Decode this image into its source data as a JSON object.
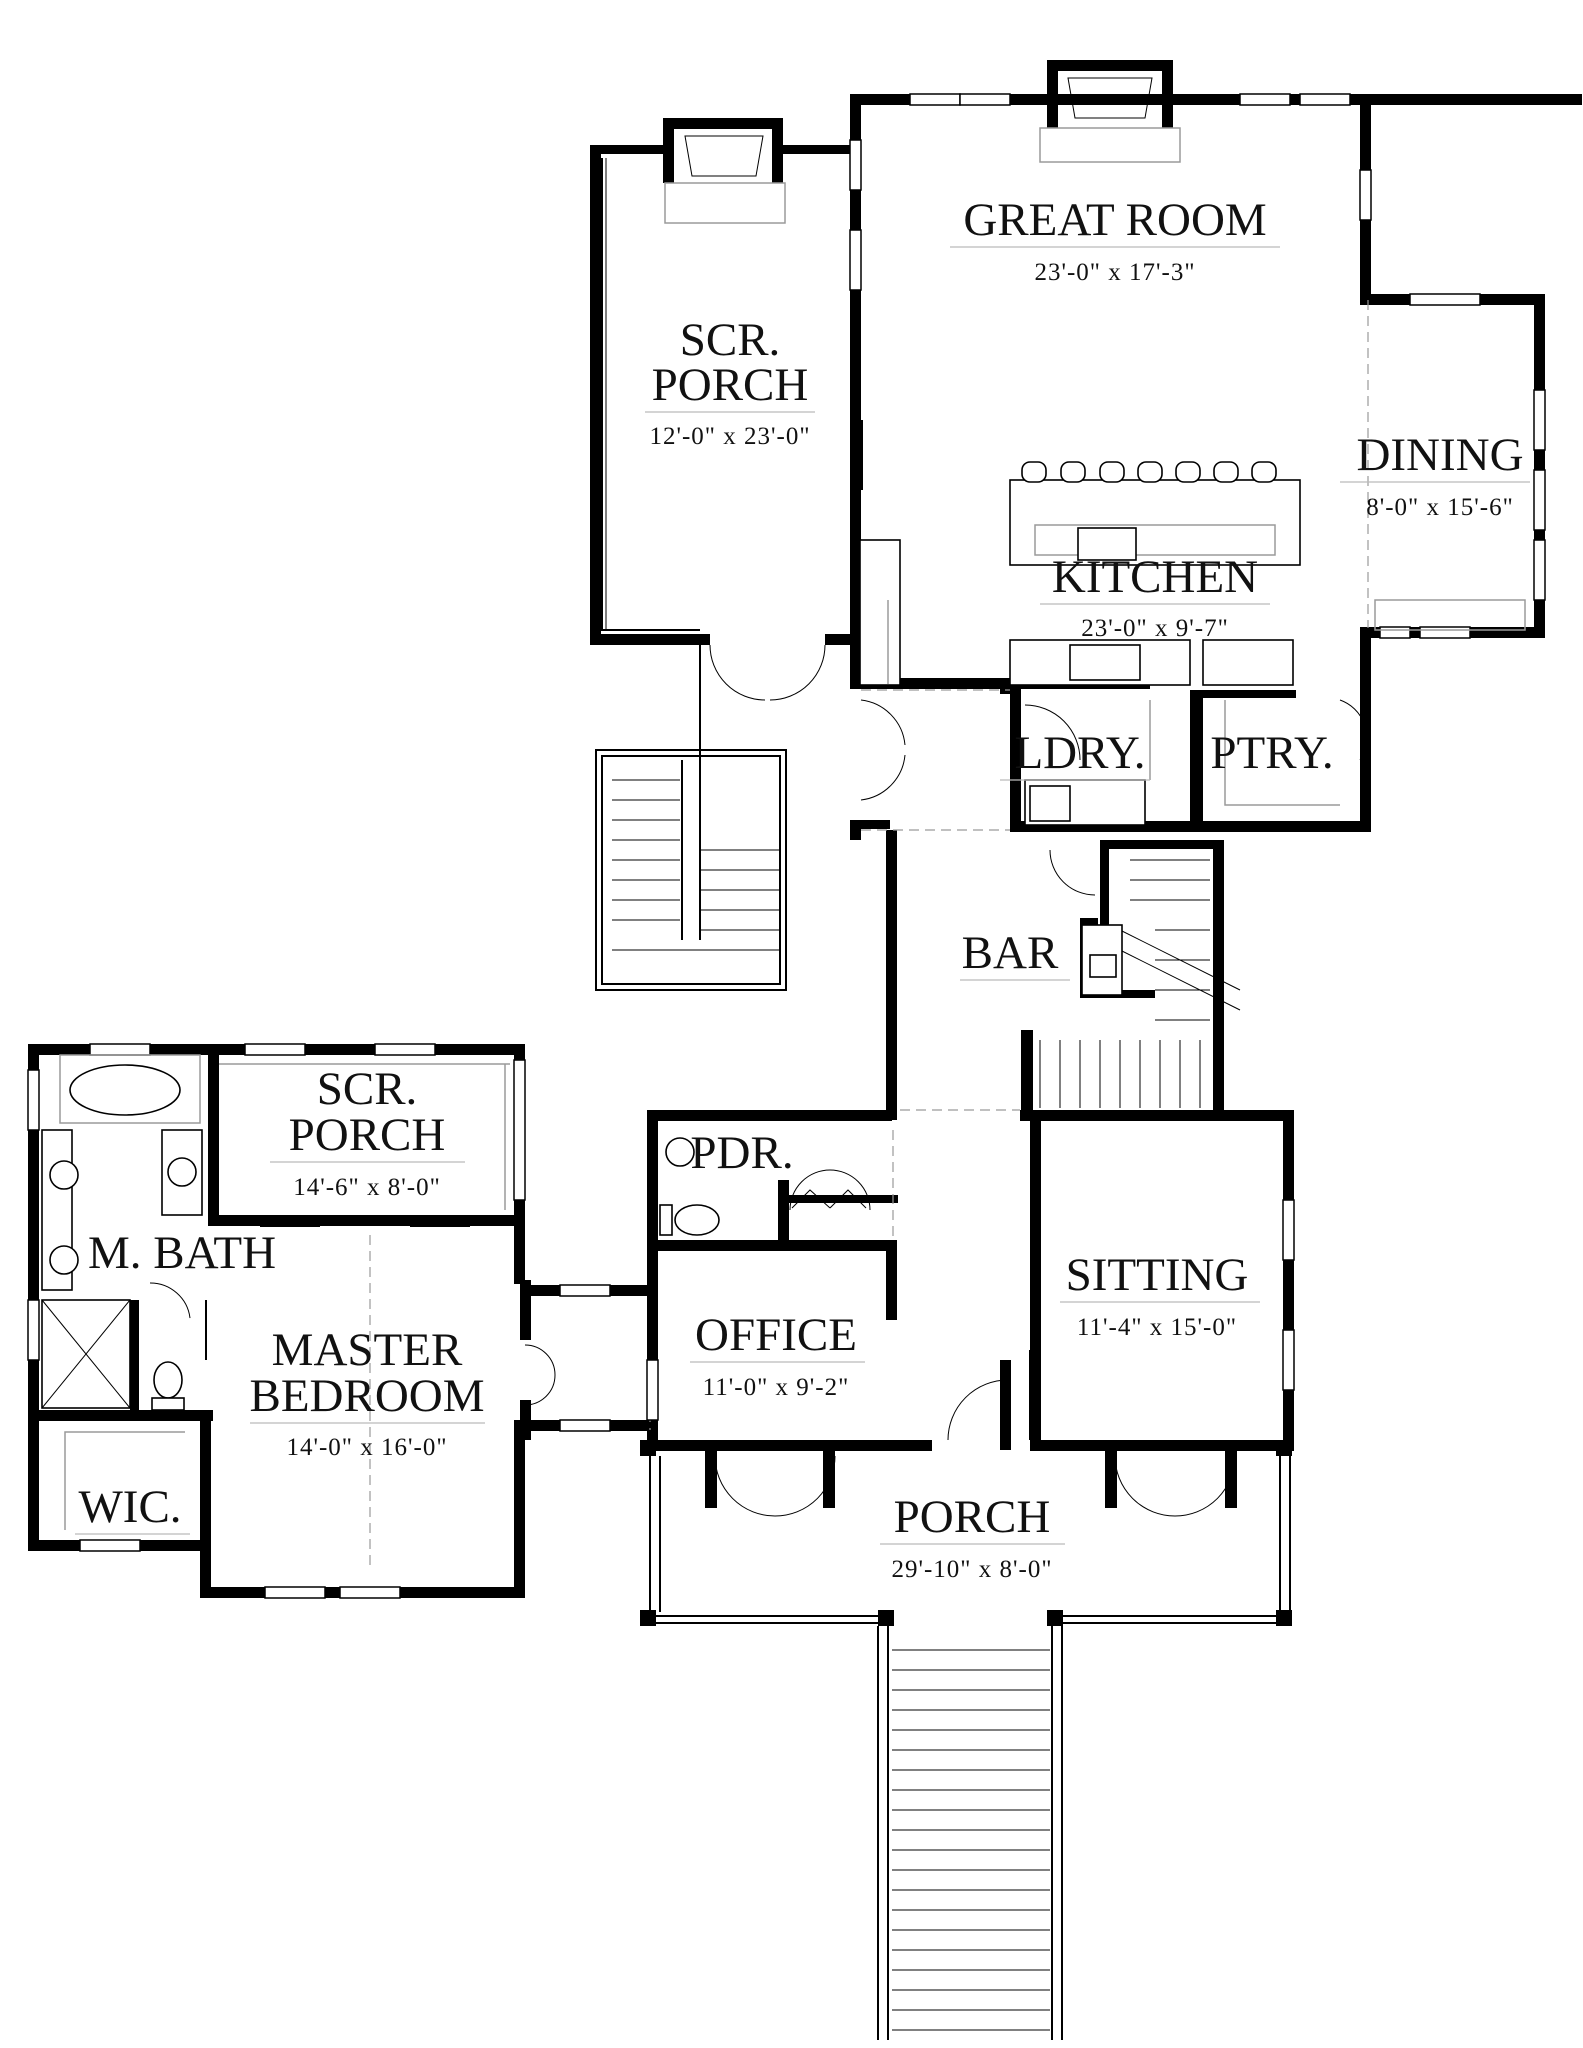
{
  "rooms": {
    "great_room": {
      "name": "GREAT ROOM",
      "dims": "23'-0\" x 17'-3\""
    },
    "scr_porch_upper": {
      "name_line1": "SCR.",
      "name_line2": "PORCH",
      "dims": "12'-0\" x 23'-0\""
    },
    "dining": {
      "name": "DINING",
      "dims": "8'-0\" x 15'-6\""
    },
    "kitchen": {
      "name": "KITCHEN",
      "dims": "23'-0\" x 9'-7\""
    },
    "laundry": {
      "name": "LDRY."
    },
    "pantry": {
      "name": "PTRY."
    },
    "bar": {
      "name": "BAR"
    },
    "scr_porch_lower": {
      "name_line1": "SCR.",
      "name_line2": "PORCH",
      "dims": "14'-6\" x 8'-0\""
    },
    "powder": {
      "name": "PDR."
    },
    "master_bath": {
      "name": "M. BATH"
    },
    "master_bedroom": {
      "name_line1": "MASTER",
      "name_line2": "BEDROOM",
      "dims": "14'-0\" x 16'-0\""
    },
    "office": {
      "name": "OFFICE",
      "dims": "11'-0\" x 9'-2\""
    },
    "sitting": {
      "name": "SITTING",
      "dims": "11'-4\" x 15'-0\""
    },
    "wic": {
      "name": "WIC."
    },
    "porch": {
      "name": "PORCH",
      "dims": "29'-10\" x 8'-0\""
    }
  },
  "colors": {
    "walls": "#000000",
    "background": "#ffffff",
    "guides": "#9a9a9a"
  }
}
